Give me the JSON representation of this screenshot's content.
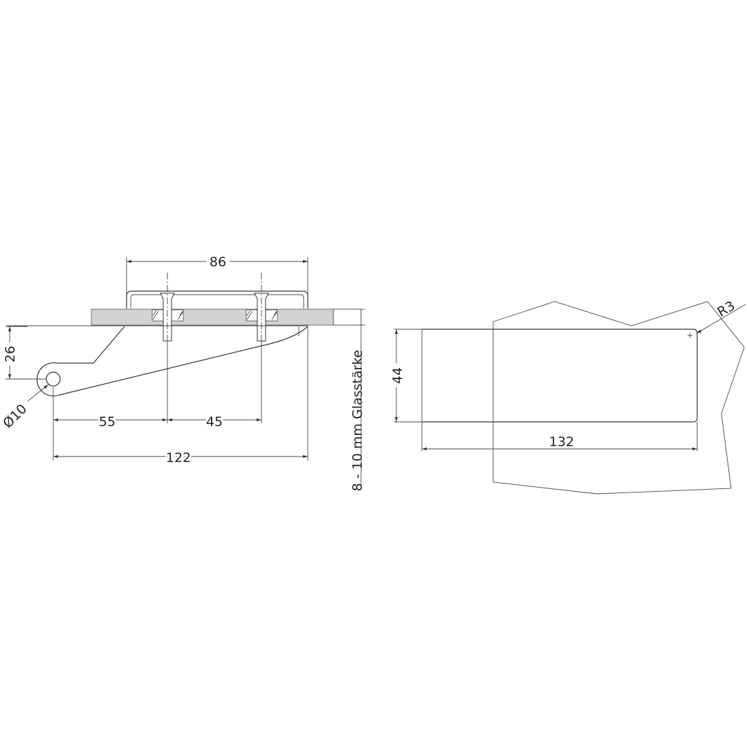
{
  "side_view": {
    "dim_plate_width": "86",
    "dim_height": "26",
    "dim_pivot_diameter": "Ø10",
    "dim_pivot_to_bolt": "55",
    "dim_bolt_spacing": "45",
    "dim_total_length": "122",
    "glass_thickness": "8 - 10 mm Glasstärke"
  },
  "cutout_view": {
    "dim_height": "44",
    "dim_length": "132",
    "dim_radius": "R3"
  },
  "colors": {
    "glass": "#d3d3d3",
    "line": "#333333"
  }
}
